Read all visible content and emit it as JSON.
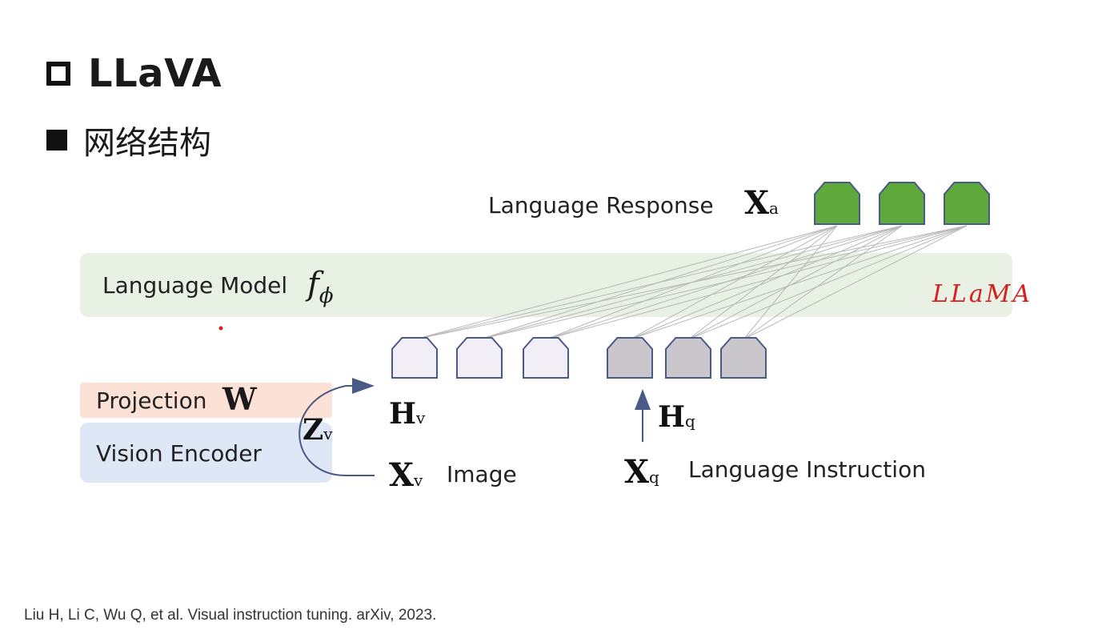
{
  "slide": {
    "title": "LLaVA",
    "subtitle": "网络结构"
  },
  "diagram": {
    "language_response": "Language Response",
    "xa_main": "X",
    "xa_sub": "a",
    "language_model": "Language Model",
    "lm_symbol": "f",
    "lm_symbol_sub": "ϕ",
    "projection": "Projection",
    "projection_symbol": "W",
    "vision_encoder": "Vision Encoder",
    "zv_main": "Z",
    "zv_sub": "v",
    "hv_main": "H",
    "hv_sub": "v",
    "hq_main": "H",
    "hq_sub": "q",
    "xv_main": "X",
    "xv_sub": "v",
    "image_label": "Image",
    "xq_main": "X",
    "xq_sub": "q",
    "instruction_label": "Language Instruction",
    "annotation": "LLaMA"
  },
  "colors": {
    "response_token": "#5ea83c",
    "image_token": "#f2eef6",
    "instruction_token": "#c9c6cc",
    "lm_band": "#e8f1e3",
    "projection_band": "#fbe1d6",
    "vision_band": "#dde7f6",
    "arrow": "#4a5a86",
    "annotation": "#d42020"
  },
  "citation": "Liu H, Li C, Wu Q, et al. Visual instruction tuning. arXiv, 2023."
}
